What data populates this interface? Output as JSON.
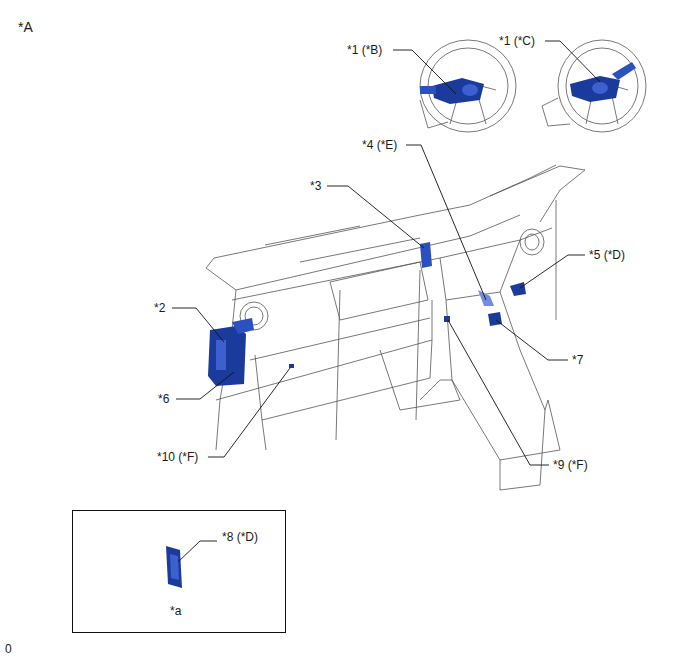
{
  "diagram": {
    "nodes": [
      {
        "text": [
          "*8 (*D)",
          "*a"
        ]
      }
    ],
    "edges": [],
    "labels": [
      "*A",
      "*1 (*B)",
      "*1 (*C)",
      "*4 (*E)",
      "*3",
      "*5 (*D)",
      "*2",
      "*7",
      "*6",
      "*10 (*F)",
      "*9 (*F)",
      "0"
    ]
  }
}
